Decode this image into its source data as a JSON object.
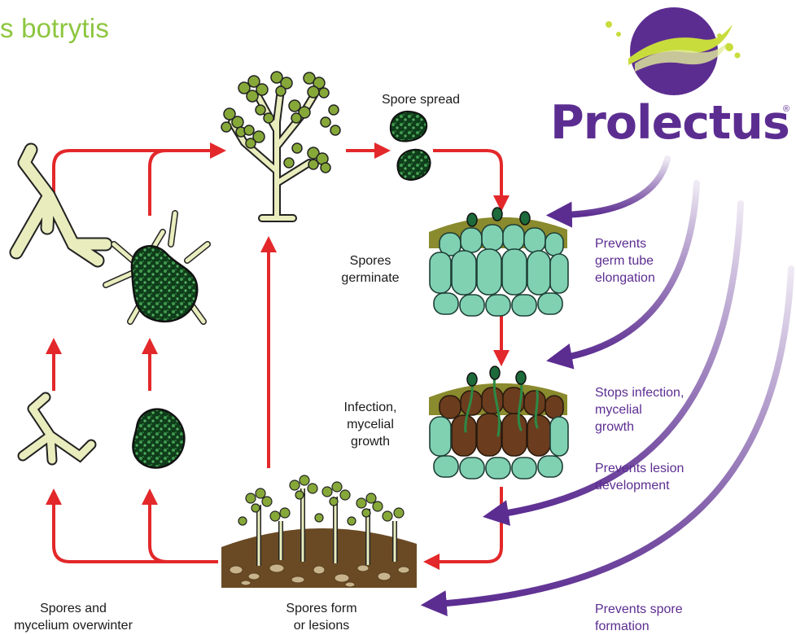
{
  "title": "s botrytis",
  "logo": {
    "name": "Prolectus",
    "registered": "®"
  },
  "stages": {
    "spore_spread": "Spore spread",
    "spores_germinate": "Spores\ngerminate",
    "infection": "Infection,\nmycelial\ngrowth",
    "overwinter": "Spores and\nmycelium overwinter",
    "spores_form": "Spores form\nor lesions"
  },
  "effects": {
    "germ_tube": "Prevents\ngerm tube\nelongation",
    "stops_infection": "Stops infection,\nmycelial\ngrowth",
    "lesion": "Prevents lesion\ndevelopment",
    "spore_formation": "Prevents spore\nformation"
  },
  "colors": {
    "cycle_arrow": "#e3282b",
    "product_arrow": "#5c2d91",
    "title": "#8dc63f",
    "hyphae": "#e9edbd",
    "spore_green": "#86a839",
    "plant_cell": "#7fd1b2",
    "sclerotium": "#1d5b2b"
  }
}
